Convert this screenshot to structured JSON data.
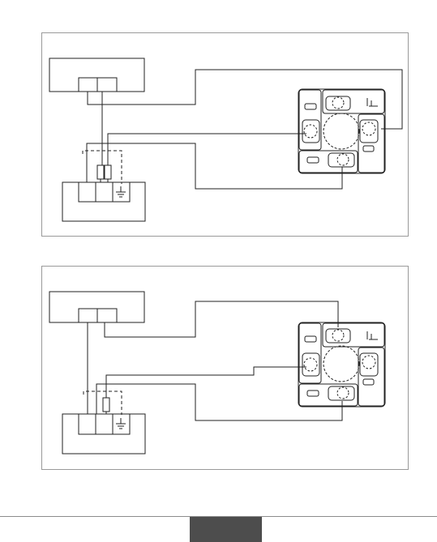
{
  "page": {
    "footer_label": ""
  },
  "colors": {
    "line": "#222222",
    "frame_border": "#9a9a9a",
    "dashed": "#222222",
    "footer_tab": "#4d4d4d",
    "footer_rule": "#8c8c8c"
  },
  "diagrams": [
    {
      "id": "top",
      "variant": "three-pin-plug-cross-wiring"
    },
    {
      "id": "bottom",
      "variant": "single-resistor-wiring"
    }
  ],
  "icons": {
    "ground": "ground-symbol-icon",
    "resistor": "resistor-icon",
    "module": "pin-module-icon"
  }
}
